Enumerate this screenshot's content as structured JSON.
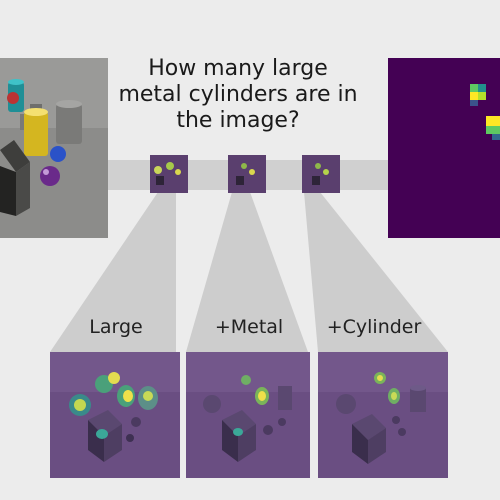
{
  "question": "How many large metal cylinders are in the image?",
  "steps": [
    {
      "label": "Large"
    },
    {
      "label": "+Metal"
    },
    {
      "label": "+Cylinder"
    }
  ],
  "colors": {
    "background": "#ececec",
    "connector": "#d2d2d2",
    "heatmap_bg": "#440154",
    "heatmap_mid": "#21918c",
    "heatmap_high": "#fde725"
  }
}
